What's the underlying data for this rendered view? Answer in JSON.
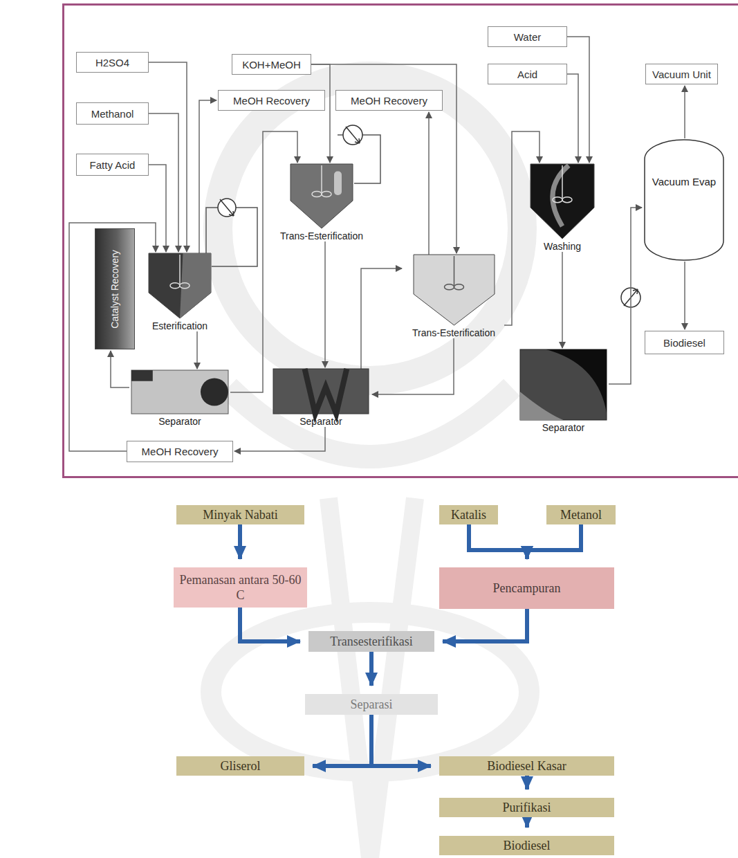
{
  "diagram": {
    "nodes": [
      {
        "text": [
          "H2SO4"
        ]
      },
      {
        "text": [
          "KOH+MeOH"
        ]
      },
      {
        "text": [
          "Water"
        ]
      },
      {
        "text": [
          "Vacuum Unit"
        ]
      },
      {
        "text": [
          "Acid"
        ]
      },
      {
        "text": [
          "MeOH Recovery"
        ]
      },
      {
        "text": [
          "MeOH Recovery"
        ]
      },
      {
        "text": [
          "Methanol"
        ]
      },
      {
        "text": [
          "Fatty Acid"
        ]
      },
      {
        "text": [
          "Vacuum Evap"
        ]
      },
      {
        "text": [
          "Catalyst Recovery"
        ]
      },
      {
        "text": [
          "Esterification"
        ]
      },
      {
        "text": [
          "Trans-Esterification"
        ]
      },
      {
        "text": [
          "Trans-Esterification"
        ]
      },
      {
        "text": [
          "Washing"
        ]
      },
      {
        "text": [
          "Biodiesel"
        ]
      },
      {
        "text": [
          "Separator"
        ]
      },
      {
        "text": [
          "Separator"
        ]
      },
      {
        "text": [
          "Separator"
        ]
      },
      {
        "text": [
          "MeOH Recovery"
        ]
      },
      {
        "text": [
          "Minyak Nabati"
        ]
      },
      {
        "text": [
          "Katalis"
        ]
      },
      {
        "text": [
          "Metanol"
        ]
      },
      {
        "text": [
          "Pemanasan antara 50-60 C"
        ]
      },
      {
        "text": [
          "Pencampuran"
        ]
      },
      {
        "text": [
          "Transesterifikasi"
        ]
      },
      {
        "text": [
          "Separasi"
        ]
      },
      {
        "text": [
          "Gliserol"
        ]
      },
      {
        "text": [
          "Biodiesel Kasar"
        ]
      },
      {
        "text": [
          "Purifikasi"
        ]
      },
      {
        "text": [
          "Biodiesel"
        ]
      }
    ],
    "edges": [
      {
        "from": 0,
        "to": 11,
        "arrow": "to"
      },
      {
        "from": 7,
        "to": 11,
        "arrow": "to"
      },
      {
        "from": 8,
        "to": 11,
        "arrow": "to"
      },
      {
        "from": 11,
        "to": 5,
        "arrow": "to"
      },
      {
        "from": 11,
        "to": 16,
        "arrow": "to"
      },
      {
        "from": 16,
        "to": 10,
        "arrow": "to"
      },
      {
        "from": 16,
        "to": 12,
        "arrow": "to"
      },
      {
        "from": 1,
        "to": 12,
        "arrow": "to"
      },
      {
        "from": 1,
        "to": 13,
        "arrow": "to"
      },
      {
        "from": 13,
        "to": 6,
        "arrow": "to"
      },
      {
        "from": 12,
        "to": 17,
        "arrow": "to"
      },
      {
        "from": 17,
        "to": 13,
        "arrow": "to"
      },
      {
        "from": 13,
        "to": 17,
        "arrow": "to"
      },
      {
        "from": 17,
        "to": 19,
        "arrow": "to"
      },
      {
        "from": 19,
        "to": 11,
        "arrow": "to"
      },
      {
        "from": 13,
        "to": 14,
        "arrow": "to"
      },
      {
        "from": 2,
        "to": 14,
        "arrow": "to"
      },
      {
        "from": 4,
        "to": 14,
        "arrow": "to"
      },
      {
        "from": 14,
        "to": 18,
        "arrow": "to"
      },
      {
        "from": 18,
        "to": 9,
        "arrow": "to"
      },
      {
        "from": 9,
        "to": 3,
        "arrow": "to"
      },
      {
        "from": 9,
        "to": 15,
        "arrow": "to"
      },
      {
        "from": 20,
        "to": 23,
        "arrow": "to"
      },
      {
        "from": 21,
        "to": 24,
        "arrow": "to"
      },
      {
        "from": 22,
        "to": 24,
        "arrow": "to"
      },
      {
        "from": 23,
        "to": 25,
        "arrow": "to"
      },
      {
        "from": 24,
        "to": 25,
        "arrow": "to"
      },
      {
        "from": 25,
        "to": 26,
        "arrow": "to"
      },
      {
        "from": 26,
        "to": 27,
        "arrow": "to"
      },
      {
        "from": 26,
        "to": 28,
        "arrow": "to"
      },
      {
        "from": 28,
        "to": 29,
        "arrow": "to"
      },
      {
        "from": 29,
        "to": 30,
        "arrow": "to"
      }
    ]
  }
}
